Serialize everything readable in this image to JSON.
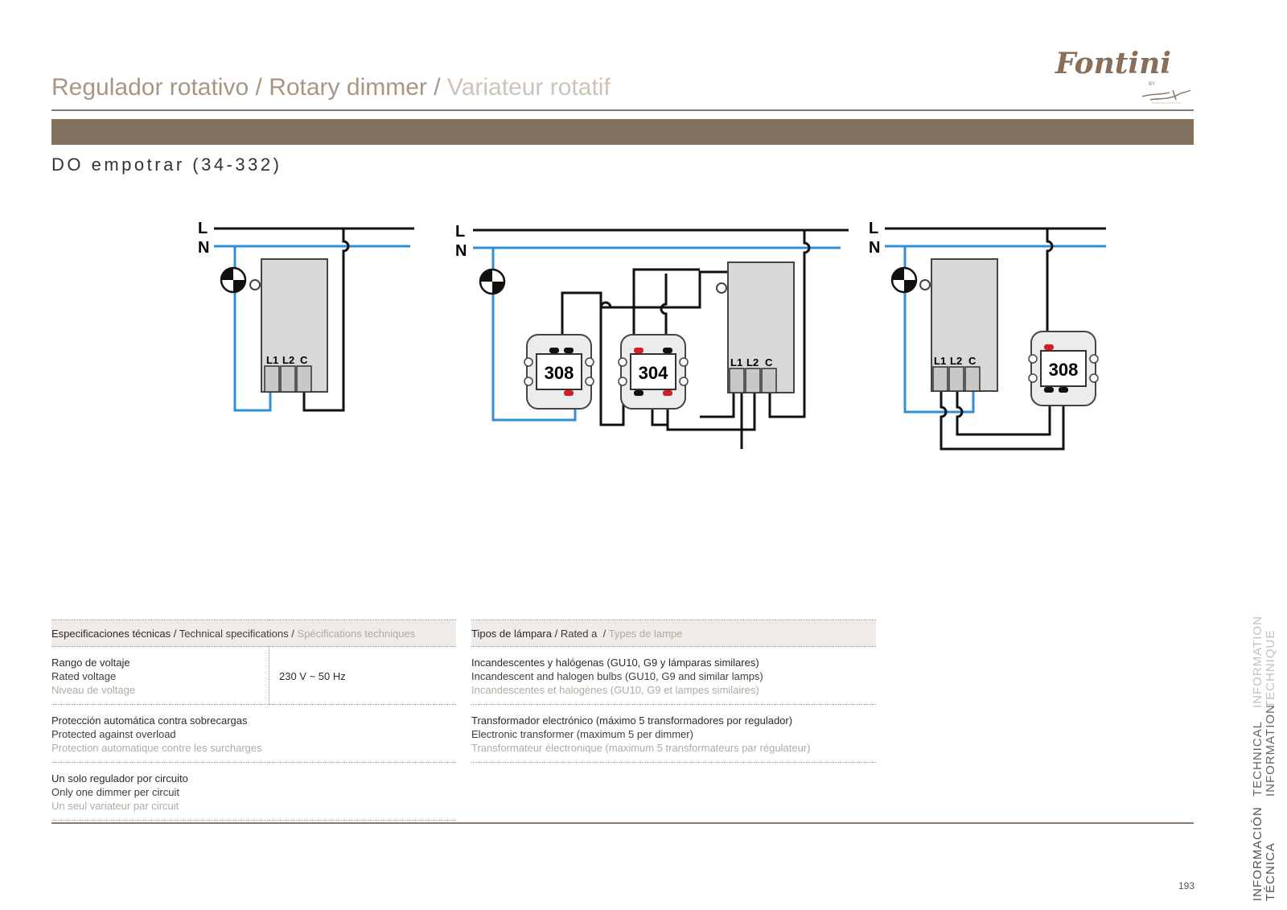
{
  "header": {
    "title_es": "Regulador rotativo",
    "title_en": "Rotary dimmer",
    "title_fr": "Variateur rotatif",
    "separator": "/",
    "subtitle": "DO empotrar (34-332)"
  },
  "logo": {
    "brand": "Fontini",
    "by": "BY"
  },
  "diagram": {
    "line_label": "L",
    "neutral_label": "N",
    "terminals": [
      "L1",
      "L2",
      "C"
    ],
    "switches": [
      "308",
      "304",
      "308"
    ],
    "colors": {
      "line": "#111111",
      "neutral": "#2f8fd6",
      "device": "#d8d8d8",
      "marker_red": "#d41f2a"
    }
  },
  "specs": {
    "header": {
      "es": "Especificaciones técnicas",
      "en": "Technical specifications",
      "fr": "Spécifications techniques"
    },
    "rows": [
      {
        "es": "Rango de voltaje",
        "en": "Rated voltage",
        "fr": "Niveau de voltage",
        "value": "230 V ~ 50 Hz"
      },
      {
        "es": "Protección automática contra sobrecargas",
        "en": "Protected against  overload",
        "fr": "Protection automatique contre les surcharges"
      },
      {
        "es": "Un solo regulador por circuito",
        "en": "Only one dimmer per circuit",
        "fr": "Un seul variateur par circuit"
      }
    ]
  },
  "lamps": {
    "header": {
      "es": "Tipos de lámpara",
      "en": "Rated a",
      "fr": "Types de lampe"
    },
    "rows": [
      {
        "es": "Incandescentes y halógenas (GU10, G9 y lámparas similares)",
        "en": "Incandescent and halogen bulbs (GU10, G9 and similar lamps)",
        "fr": "Incandescentes et halogènes (GU10, G9 et lampes similaires)"
      },
      {
        "es": "Transformador electrónico (máximo 5 transformadores por regulador)",
        "en": "Electronic transformer (maximum 5 per dimmer)",
        "fr": "Transformateur électronique (maximum 5 transformateurs par régulateur)"
      }
    ]
  },
  "sidebar": {
    "es": "INFORMACIÓN TÉCNICA",
    "en": "TECHNICAL INFORMATION",
    "fr": "INFORMATION TECHNIQUE"
  },
  "page_number": "193",
  "colors": {
    "brand": "#85715f",
    "title": "#a89684"
  }
}
